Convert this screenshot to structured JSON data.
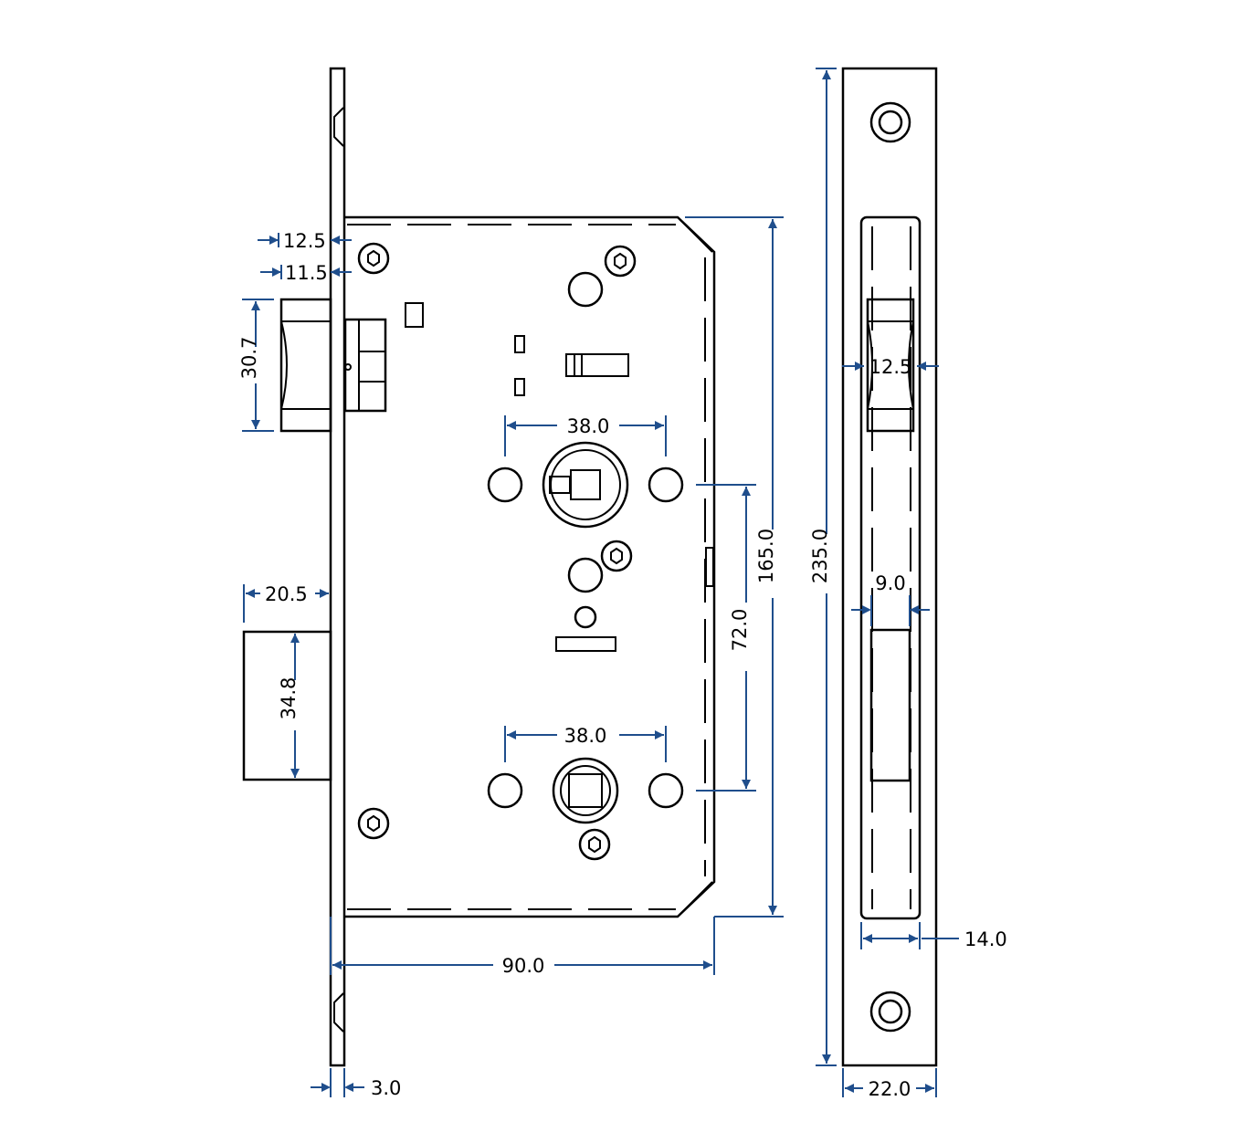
{
  "colors": {
    "outline": "#000000",
    "dimension": "#1f4e8c",
    "background": "#ffffff"
  },
  "dims": {
    "latch_projection": "12.5",
    "latch_flat": "11.5",
    "latch_height": "30.7",
    "deadbolt_projection": "20.5",
    "deadbolt_height": "34.8",
    "spindle_hub_holes_upper": "38.0",
    "spindle_hub_holes_lower": "38.0",
    "centre_distance": "72.0",
    "case_height": "165.0",
    "backset": "90.0",
    "faceplate_thickness": "3.0",
    "faceplate_height": "235.0",
    "faceplate_latch_width": "12.5",
    "faceplate_bolt_slot_width": "9.0",
    "faceplate_cutout_width": "14.0",
    "faceplate_width": "22.0"
  },
  "icons": [
    "torx-screw-icon",
    "mounting-hole-icon",
    "square-spindle-icon"
  ]
}
